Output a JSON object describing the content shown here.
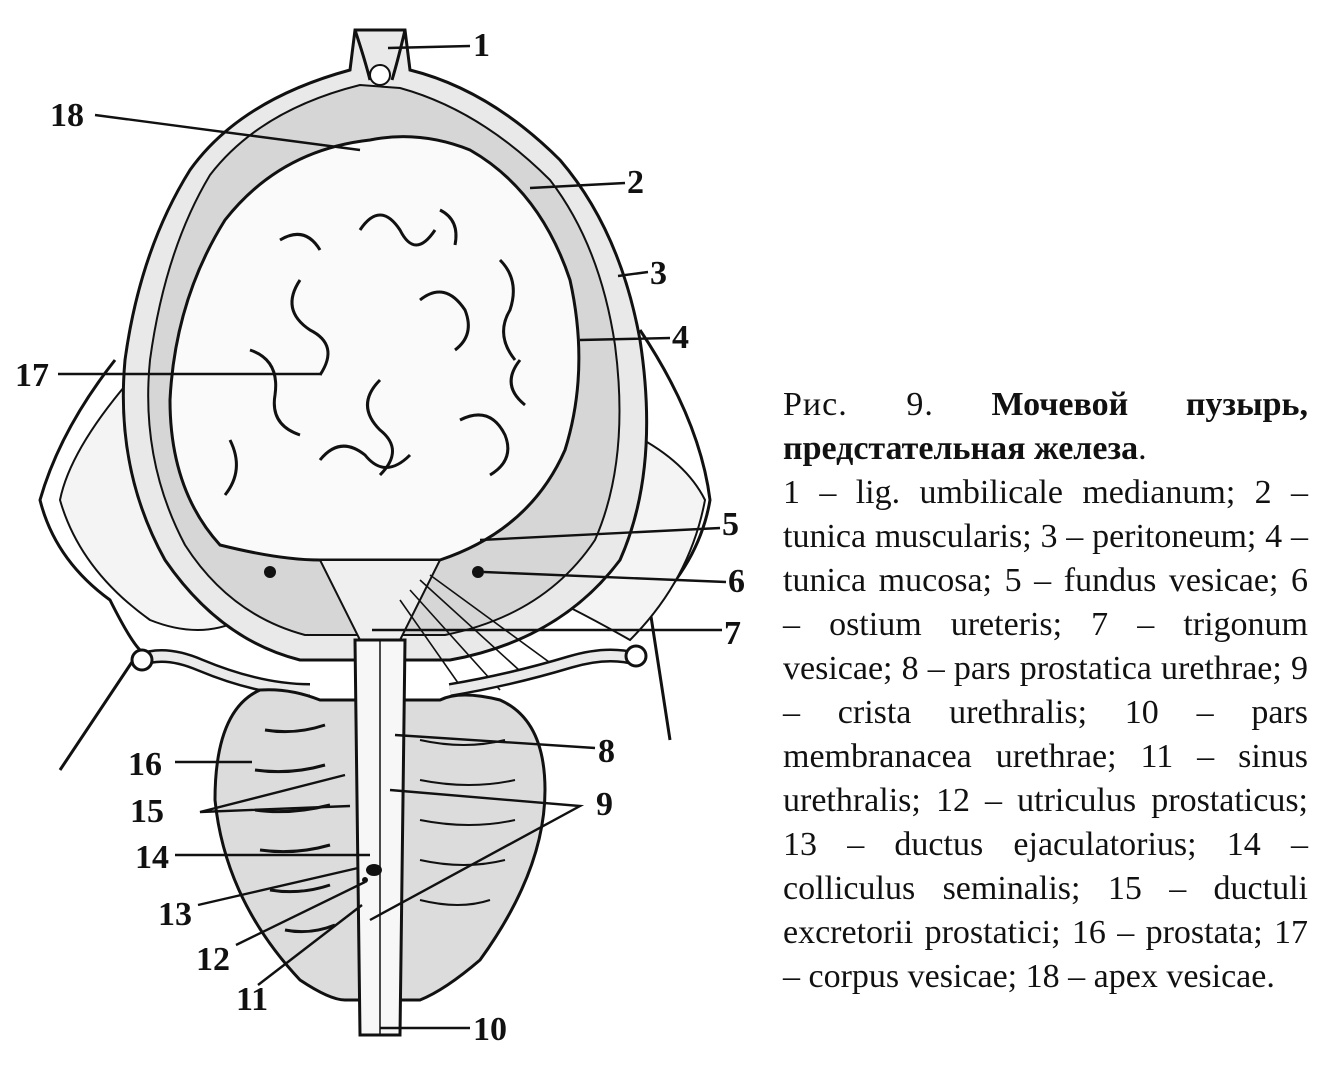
{
  "figure": {
    "labels": [
      {
        "id": "1",
        "text": "1"
      },
      {
        "id": "2",
        "text": "2"
      },
      {
        "id": "3",
        "text": "3"
      },
      {
        "id": "4",
        "text": "4"
      },
      {
        "id": "5",
        "text": "5"
      },
      {
        "id": "6",
        "text": "6"
      },
      {
        "id": "7",
        "text": "7"
      },
      {
        "id": "8",
        "text": "8"
      },
      {
        "id": "9",
        "text": "9"
      },
      {
        "id": "10",
        "text": "10"
      },
      {
        "id": "11",
        "text": "11"
      },
      {
        "id": "12",
        "text": "12"
      },
      {
        "id": "13",
        "text": "13"
      },
      {
        "id": "14",
        "text": "14"
      },
      {
        "id": "15",
        "text": "15"
      },
      {
        "id": "16",
        "text": "16"
      },
      {
        "id": "17",
        "text": "17"
      },
      {
        "id": "18",
        "text": "18"
      }
    ]
  },
  "caption": {
    "fig_label": "Рис. 9.",
    "title_bold": "Мочевой пузырь, предстательная железа",
    "title_end": ".",
    "legend": "1 – lig. umbilicale medianum; 2 – tunica muscularis; 3 – peritoneum; 4 – tunica mucosa; 5 – fundus vesicae; 6 – ostium ureteris; 7 – trigonum vesicae; 8 – pars prostatica urethrae; 9 – crista urethralis; 10 – pars membranacea urethrae; 11 – sinus urethralis; 12 – utriculus prostaticus; 13 – ductus ejaculatorius; 14 – colliculus seminalis; 15 – ductuli excretorii prostatici; 16 – prostata; 17 – corpus vesicae; 18 – apex vesicae."
  }
}
